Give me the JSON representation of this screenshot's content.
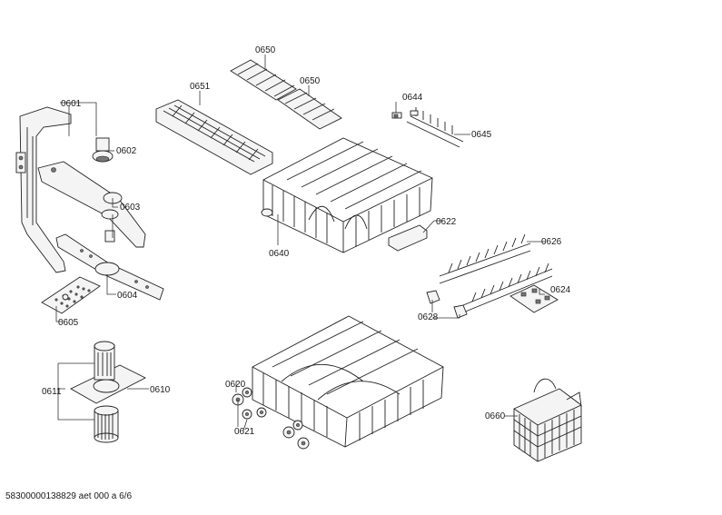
{
  "labels": {
    "p0601": "0601",
    "p0602": "0602",
    "p0603": "0603",
    "p0604": "0604",
    "p0605": "0605",
    "p0610": "0610",
    "p0611": "0611",
    "p0620": "0620",
    "p0621": "0621",
    "p0622": "0622",
    "p0624": "0624",
    "p0626": "0626",
    "p0628": "0628",
    "p0640": "0640",
    "p0644": "0644",
    "p0645": "0645",
    "p0650a": "0650",
    "p0650b": "0650",
    "p0651": "0651",
    "p0660": "0660"
  },
  "footer": "58300000138829 aet 000 a 6/6"
}
